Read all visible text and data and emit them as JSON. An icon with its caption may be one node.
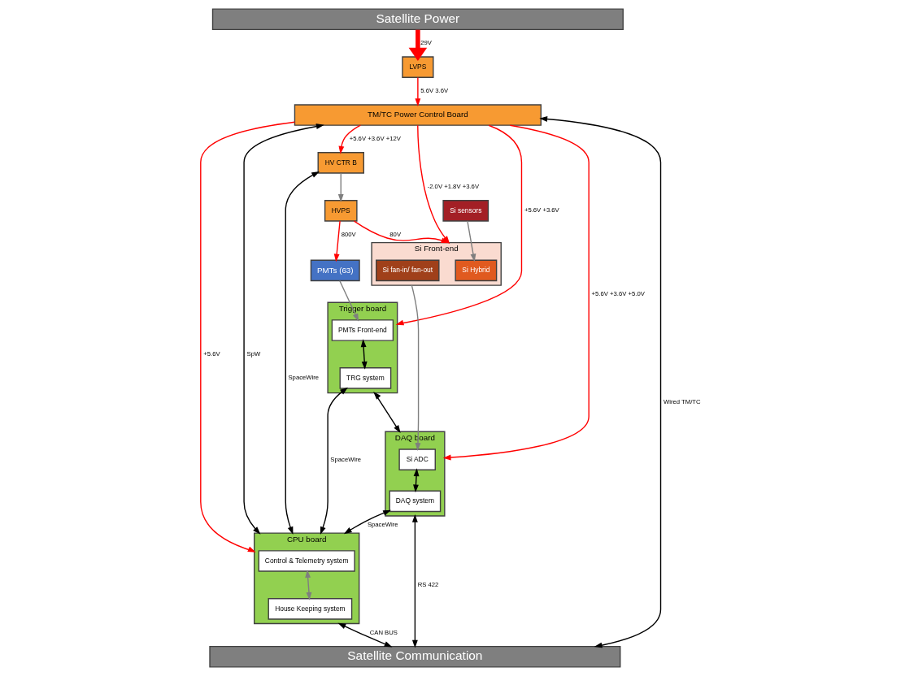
{
  "diagram": {
    "nodes": [
      {
        "text": [
          "Satellite Power"
        ]
      },
      {
        "text": [
          "LVPS"
        ]
      },
      {
        "text": [
          "TM/TC Power Control Board"
        ]
      },
      {
        "text": [
          "HV CTR B"
        ]
      },
      {
        "text": [
          "HVPS"
        ]
      },
      {
        "text": [
          "CPU board"
        ]
      },
      {
        "text": [
          "Control & Telemetry system"
        ],
        "in": 5
      },
      {
        "text": [
          "House Keeping system"
        ],
        "in": 5
      },
      {
        "text": [
          "Trigger board"
        ]
      },
      {
        "text": [
          "PMTs Front-end"
        ],
        "in": 8
      },
      {
        "text": [
          "TRG system"
        ],
        "in": 8
      },
      {
        "text": [
          "PMTs (63)"
        ]
      },
      {
        "text": [
          "Si Front-end"
        ]
      },
      {
        "text": [
          "Si Hybrid"
        ],
        "in": 12
      },
      {
        "text": [
          "Si fan-in/ fan-out"
        ],
        "in": 12
      },
      {
        "text": [
          "DAQ board"
        ]
      },
      {
        "text": [
          "Si ADC"
        ],
        "in": 15
      },
      {
        "text": [
          "DAQ system"
        ],
        "in": 15
      },
      {
        "text": [
          "Si sensors"
        ]
      },
      {
        "text": [
          "Satellite Communication"
        ]
      }
    ],
    "edges": [
      {
        "from": 0,
        "to": 1,
        "arrow": "to",
        "label": "29V",
        "style": "thick",
        "color": "#ff0000"
      },
      {
        "from": 1,
        "to": 2,
        "arrow": "to",
        "label": "5.6V 3.6V",
        "color": "#ff0000"
      },
      {
        "from": 2,
        "to": 3,
        "arrow": "to",
        "label": "+5.6V +3.6V +12V",
        "color": "#ff0000"
      },
      {
        "from": 2,
        "to": 12,
        "arrow": "to",
        "label": "-2.0V +1.8V +3.6V",
        "color": "#ff0000"
      },
      {
        "from": 2,
        "to": 8,
        "arrow": "to",
        "label": "+5.6V +3.6V",
        "color": "#ff0000"
      },
      {
        "from": 2,
        "to": 15,
        "arrow": "to",
        "label": "+5.6V +3.6V +5.0V",
        "color": "#ff0000"
      },
      {
        "from": 2,
        "to": 5,
        "arrow": "to",
        "label": "+5.6V",
        "color": "#ff0000"
      },
      {
        "from": 2,
        "to": 5,
        "arrow": "both",
        "label": "SpW",
        "color": "#000000"
      },
      {
        "from": 2,
        "to": 19,
        "arrow": "both",
        "label": "Wired TM/TC",
        "color": "#000000"
      },
      {
        "from": 3,
        "to": 5,
        "arrow": "both",
        "label": "SpaceWire",
        "color": "#000000"
      },
      {
        "from": 3,
        "to": 4,
        "arrow": "to",
        "color": "#7f7f7f"
      },
      {
        "from": 4,
        "to": 12,
        "arrow": "to",
        "label": "80V",
        "color": "#ff0000"
      },
      {
        "from": 4,
        "to": 11,
        "arrow": "to",
        "label": "800V",
        "color": "#ff0000"
      },
      {
        "from": 11,
        "to": 9,
        "arrow": "to",
        "color": "#7f7f7f"
      },
      {
        "from": 9,
        "to": 10,
        "arrow": "both",
        "color": "#000000"
      },
      {
        "from": 10,
        "to": 5,
        "arrow": "both",
        "label": "SpaceWire",
        "color": "#000000"
      },
      {
        "from": 8,
        "to": 15,
        "arrow": "both",
        "color": "#000000"
      },
      {
        "from": 6,
        "to": 7,
        "arrow": "both",
        "color": "#7f7f7f"
      },
      {
        "from": 18,
        "to": 13,
        "arrow": "to",
        "color": "#7f7f7f"
      },
      {
        "from": 12,
        "to": 16,
        "arrow": "to",
        "color": "#7f7f7f"
      },
      {
        "from": 16,
        "to": 17,
        "arrow": "both",
        "color": "#000000"
      },
      {
        "from": 17,
        "to": 5,
        "arrow": "both",
        "label": "SpaceWire",
        "color": "#000000"
      },
      {
        "from": 15,
        "to": 19,
        "arrow": "both",
        "label": "RS 422",
        "color": "#000000"
      },
      {
        "from": 5,
        "to": 19,
        "arrow": "both",
        "label": "CAN BUS",
        "color": "#000000"
      }
    ]
  }
}
